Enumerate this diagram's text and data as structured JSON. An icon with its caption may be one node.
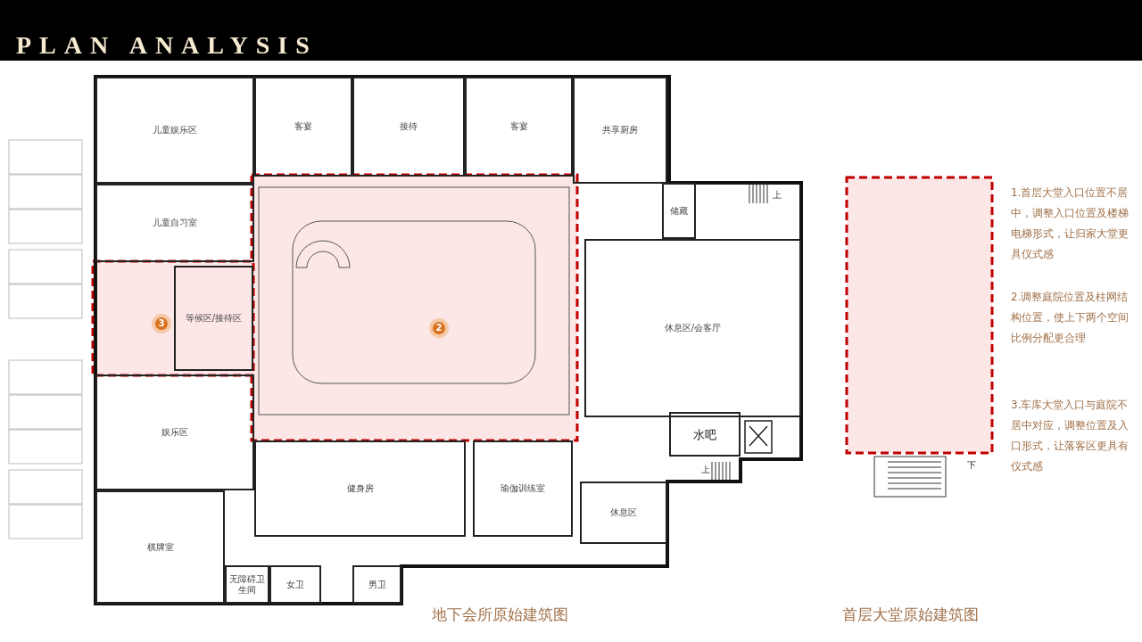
{
  "diagram": {
    "title": "PLAN ANALYSIS",
    "nodes": [
      {
        "text": [
          "儿童娱乐区"
        ]
      },
      {
        "text": [
          "客宴"
        ]
      },
      {
        "text": [
          "接待"
        ]
      },
      {
        "text": [
          "客宴"
        ]
      },
      {
        "text": [
          "共享厨房"
        ]
      },
      {
        "text": [
          "儿童自习室"
        ]
      },
      {
        "text": [
          "储藏"
        ]
      },
      {
        "text": [
          "等候区/接待区"
        ]
      },
      {
        "text": [
          "休息区/会客厅"
        ]
      },
      {
        "text": [
          "水吧"
        ]
      },
      {
        "text": [
          "娱乐区"
        ]
      },
      {
        "text": [
          "健身房"
        ]
      },
      {
        "text": [
          "瑜伽训练室"
        ]
      },
      {
        "text": [
          "休息区"
        ]
      },
      {
        "text": [
          "棋牌室"
        ]
      },
      {
        "text": [
          "无障碍卫生间"
        ]
      },
      {
        "text": [
          "女卫"
        ]
      },
      {
        "text": [
          "男卫"
        ]
      }
    ],
    "labels": [
      "上",
      "3",
      "2",
      "下",
      "上",
      "地下会所原始建筑图",
      "首层大堂原始建筑图",
      "1.首层大堂入口位置不居中，调整入口位置及楼梯电梯形式，让归家大堂更具仪式感",
      "2.调整庭院位置及柱网结构位置，使上下两个空间比例分配更合理",
      "3.车库大堂入口与庭院不居中对应，调整位置及入口形式，让落客区更具有仪式感"
    ]
  }
}
